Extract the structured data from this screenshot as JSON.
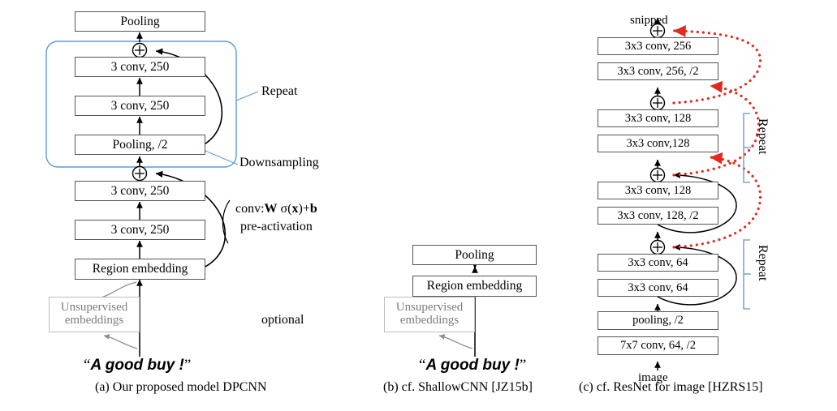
{
  "figure": {
    "title": "DPCNN vs ShallowCNN vs ResNet architecture comparison",
    "colors": {
      "box_border": "#555555",
      "ghost_border": "#bdbdbd",
      "ghost_text": "#7c7c7c",
      "blue_group": "#5b9bd5",
      "blue_bracket": "#7aa6d8",
      "shortcut_black": "#000000",
      "shortcut_red": "#e02b1d"
    }
  },
  "panel_a": {
    "caption": "(a)  Our proposed model DPCNN",
    "boxes": [
      {
        "label": "Pooling"
      },
      {
        "label": "3 conv, 250"
      },
      {
        "label": "3 conv, 250"
      },
      {
        "label": "Pooling, /2"
      },
      {
        "label": "3 conv, 250"
      },
      {
        "label": "3 conv, 250"
      },
      {
        "label": "Region embedding"
      }
    ],
    "ghost_box": {
      "line1": "Unsupervised",
      "line2": "embeddings"
    },
    "input_text": "A good buy !",
    "annotations": {
      "repeat": "Repeat",
      "downsampling": "Downsampling",
      "optional": "optional",
      "formula_prefix": "conv:",
      "formula_w": "W",
      "formula_sigma": " σ(",
      "formula_x": "x",
      "formula_tail": ")+",
      "formula_b": "b",
      "pre_activation": "pre-activation"
    }
  },
  "panel_b": {
    "caption": "(b)  cf. ShallowCNN [JZ15b]",
    "boxes": [
      {
        "label": "Pooling"
      },
      {
        "label": "Region embedding"
      }
    ],
    "ghost_box": {
      "line1": "Unsupervised",
      "line2": "embeddings"
    },
    "input_text": "A good buy !"
  },
  "panel_c": {
    "caption": "(c)  cf. ResNet for image [HZRS15]",
    "top_label": "snipped",
    "bottom_label": "image",
    "boxes": [
      {
        "label": "3x3 conv, 256"
      },
      {
        "label": "3x3 conv, 256, /2"
      },
      {
        "label": "3x3 conv, 128"
      },
      {
        "label": "3x3 conv,128"
      },
      {
        "label": "3x3 conv, 128"
      },
      {
        "label": "3x3 conv, 128, /2"
      },
      {
        "label": "3x3 conv, 64"
      },
      {
        "label": "3x3 conv, 64"
      },
      {
        "label": "pooling, /2"
      },
      {
        "label": "7x7 conv, 64, /2"
      }
    ],
    "annotations": {
      "repeat_upper": "Repeat",
      "repeat_lower": "Repeat"
    }
  }
}
